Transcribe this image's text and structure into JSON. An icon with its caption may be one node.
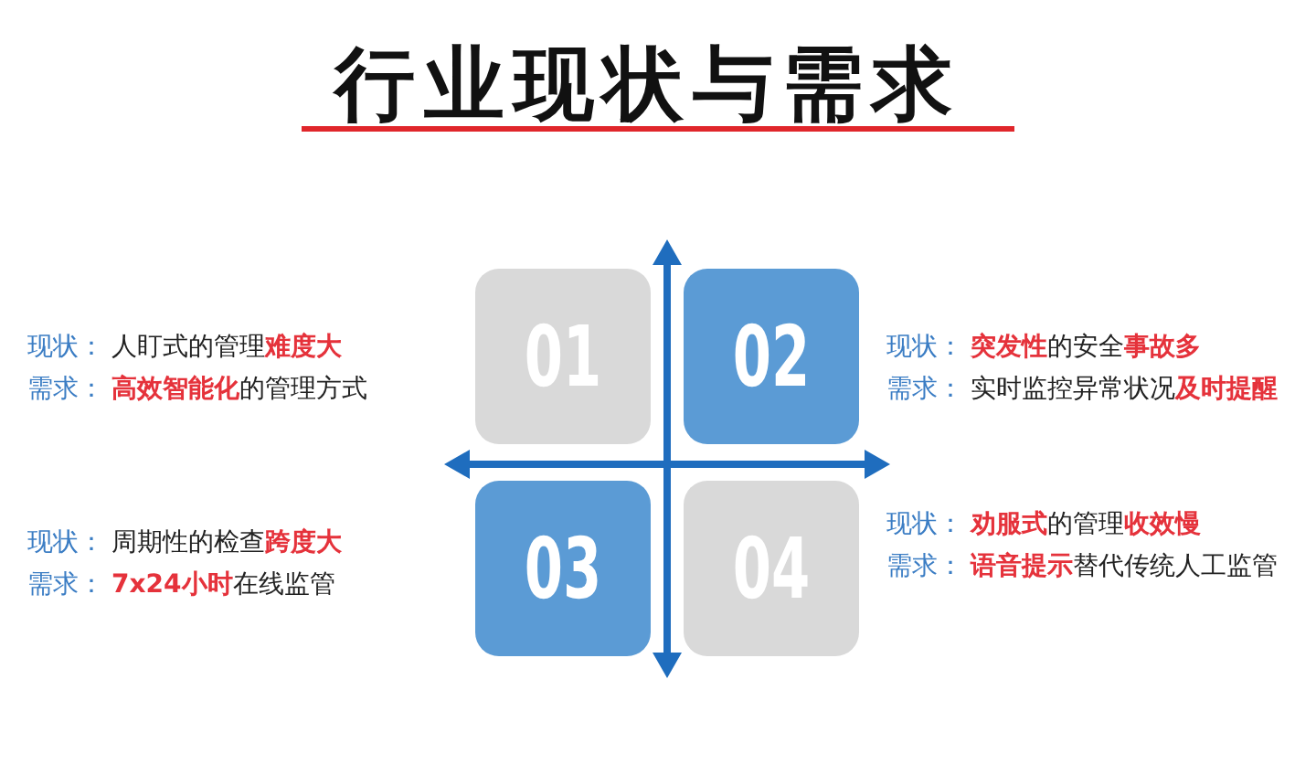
{
  "diagram": {
    "title": "行业现状与需求",
    "nodes": [
      {
        "text": [
          "01"
        ],
        "beside": [
          "现状：",
          "人盯式的管理**难度大**",
          "需求：",
          "**高效智能化**的管理方式"
        ]
      },
      {
        "text": [
          "02"
        ],
        "beside": [
          "现状：",
          "**突发性**的安全**事故多**",
          "需求：",
          "实时监控异常状况**及时提醒**"
        ]
      },
      {
        "text": [
          "03"
        ],
        "beside": [
          "现状：",
          "周期性的检查**跨度大**",
          "需求：",
          "**7x24小时**在线监管"
        ]
      },
      {
        "text": [
          "04"
        ],
        "beside": [
          "现状：",
          "**劝服式**的管理**收效慢**",
          "需求：",
          "**语音提示**替代传统人工监管"
        ]
      }
    ]
  }
}
